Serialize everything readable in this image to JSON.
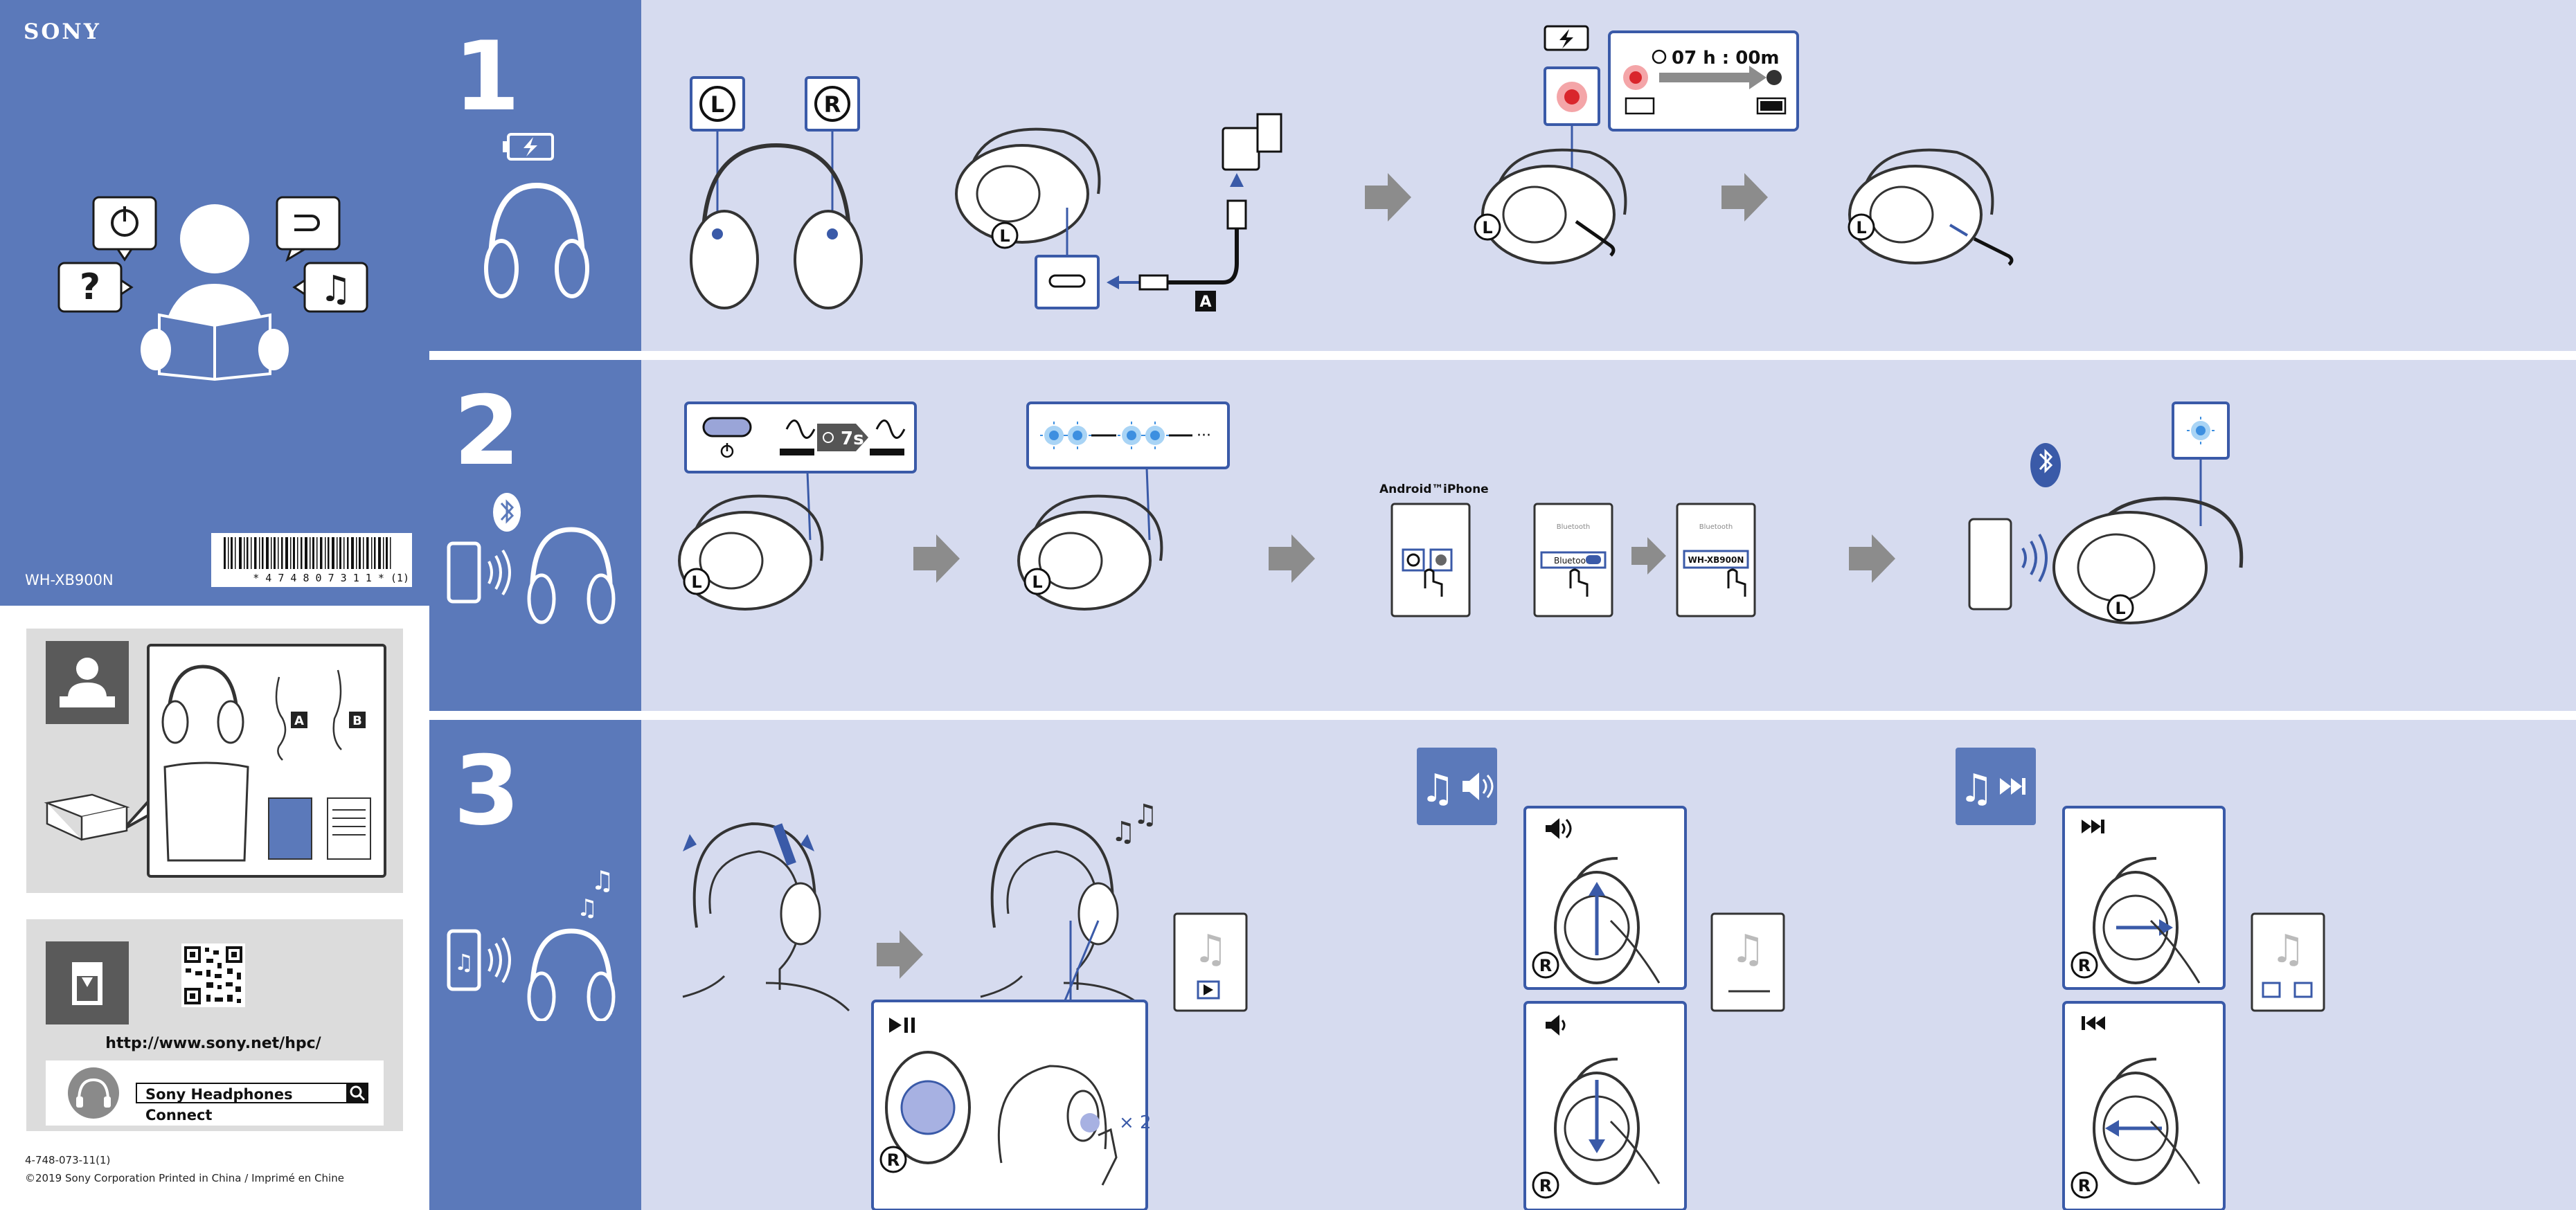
{
  "brand": "SONY",
  "model": "WH-XB900N",
  "barcode_number": "* 4 7 4 8 0 7 3 1 1 * (1)",
  "steps": [
    "1",
    "2",
    "3"
  ],
  "support": {
    "url": "http://www.sony.net/hpc/",
    "app_name": "Sony Headphones Connect"
  },
  "footer": {
    "part_number": "4-748-073-11(1)",
    "copyright": "©2019  Sony Corporation   Printed in China / Imprimé en Chine"
  },
  "labels": {
    "left": "L",
    "right": "R",
    "cable_a": "A",
    "cable_b": "B",
    "charge_time": "07 h : 00m",
    "hold_time": "7s",
    "android": "Android™",
    "iphone": "iPhone",
    "bluetooth_menu": "Bluetooth",
    "device_name": "WH-XB900N",
    "double_tap": "× 2"
  },
  "colors": {
    "panel_blue": "#5b79ba",
    "step_bg": "#d6dbef",
    "callout_border": "#3a5aa8",
    "arrow_gray": "#8c8c8c",
    "led_red": "#d9262c",
    "led_blue": "#3d8fe0"
  }
}
